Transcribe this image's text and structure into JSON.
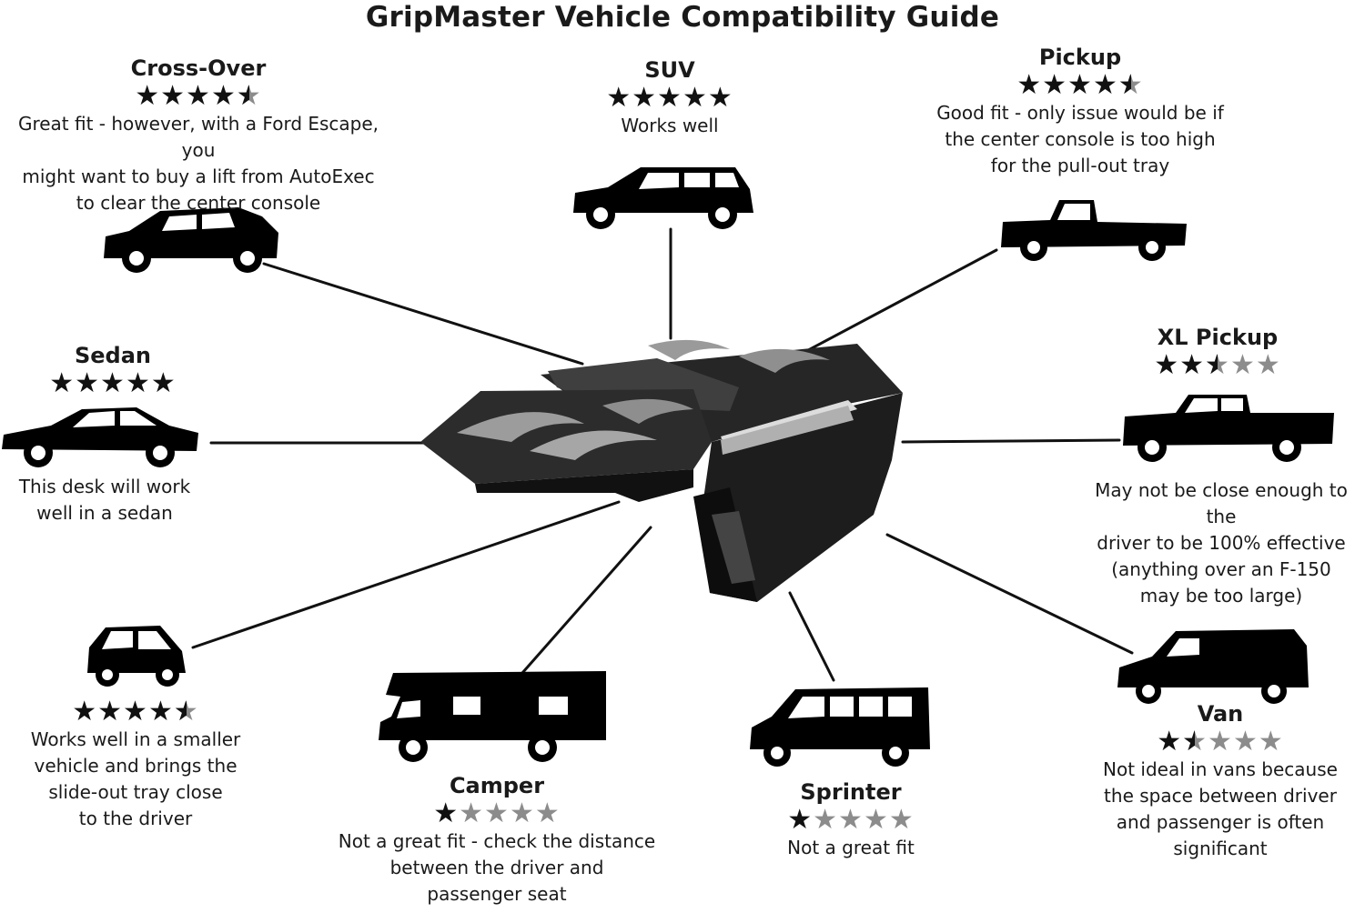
{
  "title": "GripMaster Vehicle Compatibility Guide",
  "colors": {
    "star_full": "#111111",
    "star_empty": "#8c8c8c",
    "silhouette": "#000000",
    "line": "#111111"
  },
  "product_image": "gripmaster-car-desk-icon",
  "vehicles": [
    {
      "key": "crossover",
      "name": "Cross-Over",
      "rating": 4.5,
      "icon": "crossover-car-icon",
      "description": [
        "Great fit - however, with a Ford Escape, you",
        "might want to buy a lift from AutoExec",
        "to clear the center console"
      ]
    },
    {
      "key": "suv",
      "name": "SUV",
      "rating": 5,
      "icon": "suv-car-icon",
      "description": [
        "Works well"
      ]
    },
    {
      "key": "pickup",
      "name": "Pickup",
      "rating": 4.5,
      "icon": "pickup-truck-icon",
      "description": [
        "Good fit - only issue would be if",
        "the center console is too high",
        "for the pull-out tray"
      ]
    },
    {
      "key": "sedan",
      "name": "Sedan",
      "rating": 5,
      "icon": "sedan-car-icon",
      "description": [
        "This desk will work",
        "well in a sedan"
      ]
    },
    {
      "key": "xl-pickup",
      "name": "XL Pickup",
      "rating": 2.5,
      "icon": "xl-pickup-truck-icon",
      "description": [
        "May not be close enough to the",
        "driver to be 100% effective",
        "(anything over an F-150",
        "may be too large)"
      ]
    },
    {
      "key": "small",
      "name": "",
      "rating": 4.5,
      "icon": "small-car-icon",
      "description": [
        "Works well in a smaller",
        "vehicle and brings the",
        "slide-out tray close",
        "to the driver"
      ]
    },
    {
      "key": "camper",
      "name": "Camper",
      "rating": 1,
      "icon": "camper-rv-icon",
      "description": [
        "Not a great fit - check the distance",
        "between the driver and",
        "passenger seat"
      ]
    },
    {
      "key": "sprinter",
      "name": "Sprinter",
      "rating": 1,
      "icon": "sprinter-van-icon",
      "description": [
        "Not a great fit"
      ]
    },
    {
      "key": "van",
      "name": "Van",
      "rating": 1.5,
      "icon": "van-icon",
      "description": [
        "Not ideal in vans because",
        "the space between driver",
        "and passenger is often",
        "significant"
      ]
    }
  ]
}
